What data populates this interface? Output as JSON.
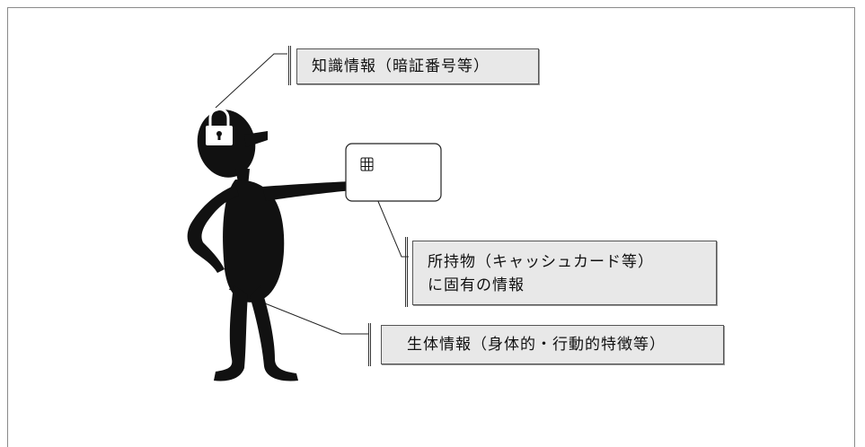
{
  "labels": {
    "knowledge": "知識情報（暗証番号等）",
    "possession_line1": "所持物（キャッシュカード等）",
    "possession_line2": "に固有の情報",
    "biometric": "生体情報（身体的・行動的特徴等）"
  },
  "icons": {
    "padlock": "padlock-icon",
    "ic_chip": "ic-chip-icon",
    "figure": "person-silhouette"
  },
  "colors": {
    "label_fill": "#e8e8e8",
    "figure": "#111111",
    "frame": "#8a8a8a"
  }
}
